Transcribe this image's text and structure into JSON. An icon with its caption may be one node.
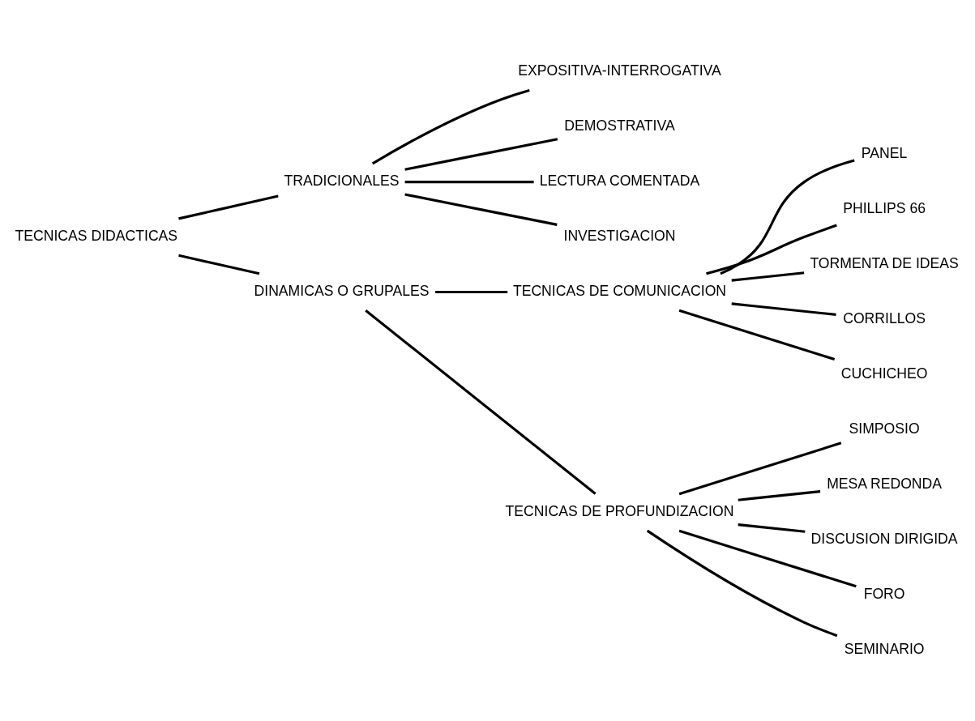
{
  "diagram": {
    "nodes": [
      {
        "text": [
          "TECNICAS DIDACTICAS"
        ]
      },
      {
        "text": [
          "TRADICIONALES"
        ]
      },
      {
        "text": [
          "EXPOSITIVA-INTERROGATIVA"
        ]
      },
      {
        "text": [
          "DEMOSTRATIVA"
        ]
      },
      {
        "text": [
          "LECTURA COMENTADA"
        ]
      },
      {
        "text": [
          "INVESTIGACION"
        ]
      },
      {
        "text": [
          "DINAMICAS O GRUPALES"
        ]
      },
      {
        "text": [
          "TECNICAS DE COMUNICACION"
        ]
      },
      {
        "text": [
          "PANEL"
        ]
      },
      {
        "text": [
          "PHILLIPS 66"
        ]
      },
      {
        "text": [
          "TORMENTA DE IDEAS"
        ]
      },
      {
        "text": [
          "CORRILLOS"
        ]
      },
      {
        "text": [
          "CUCHICHEO"
        ]
      },
      {
        "text": [
          "TECNICAS DE PROFUNDIZACION"
        ]
      },
      {
        "text": [
          "SIMPOSIO"
        ]
      },
      {
        "text": [
          "MESA REDONDA"
        ]
      },
      {
        "text": [
          "DISCUSION DIRIGIDA"
        ]
      },
      {
        "text": [
          "FORO"
        ]
      },
      {
        "text": [
          "SEMINARIO"
        ]
      }
    ],
    "edges": [
      {
        "from": 0,
        "to": 1,
        "arrow": "none"
      },
      {
        "from": 0,
        "to": 6,
        "arrow": "none"
      },
      {
        "from": 1,
        "to": 2,
        "arrow": "none"
      },
      {
        "from": 1,
        "to": 3,
        "arrow": "none"
      },
      {
        "from": 1,
        "to": 4,
        "arrow": "none"
      },
      {
        "from": 1,
        "to": 5,
        "arrow": "none"
      },
      {
        "from": 6,
        "to": 7,
        "arrow": "none"
      },
      {
        "from": 6,
        "to": 13,
        "arrow": "none"
      },
      {
        "from": 7,
        "to": 8,
        "arrow": "none"
      },
      {
        "from": 7,
        "to": 9,
        "arrow": "none"
      },
      {
        "from": 7,
        "to": 10,
        "arrow": "none"
      },
      {
        "from": 7,
        "to": 11,
        "arrow": "none"
      },
      {
        "from": 7,
        "to": 12,
        "arrow": "none"
      },
      {
        "from": 13,
        "to": 14,
        "arrow": "none"
      },
      {
        "from": 13,
        "to": 15,
        "arrow": "none"
      },
      {
        "from": 13,
        "to": 16,
        "arrow": "none"
      },
      {
        "from": 13,
        "to": 17,
        "arrow": "none"
      },
      {
        "from": 13,
        "to": 18,
        "arrow": "none"
      }
    ]
  }
}
